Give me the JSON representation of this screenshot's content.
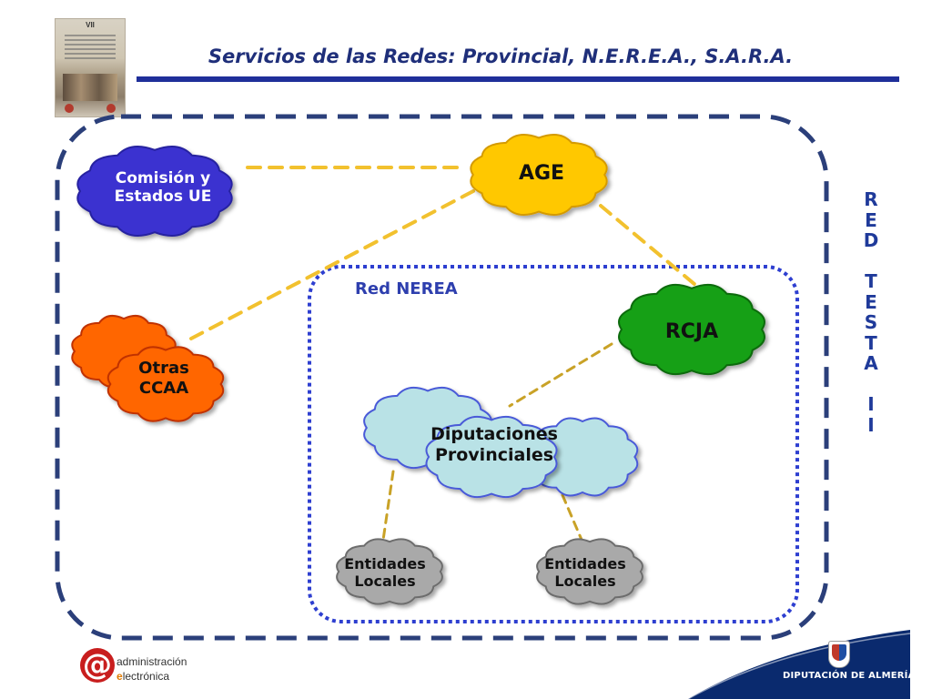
{
  "slide": {
    "title": "Servicios de las Redes: Provincial, N.E.R.E.A., S.A.R.A."
  },
  "network_labels": {
    "red_nerea": "Red NEREA",
    "red_testa": [
      "R",
      "E",
      "D",
      "",
      "T",
      "E",
      "S",
      "T",
      "A",
      "",
      "I",
      "I"
    ]
  },
  "nodes": {
    "comision": "Comisión y\nEstados UE",
    "age": "AGE",
    "otras": "Otras\nCCAA",
    "rcja": "RCJA",
    "diputaciones": "Diputaciones\nProvinciales",
    "entidades_left": "Entidades\nLocales",
    "entidades_right": "Entidades\nLocales"
  },
  "colors": {
    "comision_fill": "#3a33d0",
    "age_fill": "#ffc800",
    "otras_fill": "#ff6600",
    "rcja_fill": "#13a013",
    "diputaciones_fill": "#b9e2e6",
    "entidades_fill": "#a9a9a9",
    "outer_border": "#2b3f7a",
    "nerea_border": "#2e3fd0",
    "link_bright": "#f2c12e",
    "link_dark": "#c9a227",
    "title_rule": "#1f2f9a"
  },
  "footer": {
    "logo_left_line1": "administración",
    "logo_left_line2": "lectrónica",
    "logo_left_e": "e",
    "logo_right": "DIPUTACIÓN DE ALMERÍA"
  },
  "cover": {
    "label": "VII"
  }
}
